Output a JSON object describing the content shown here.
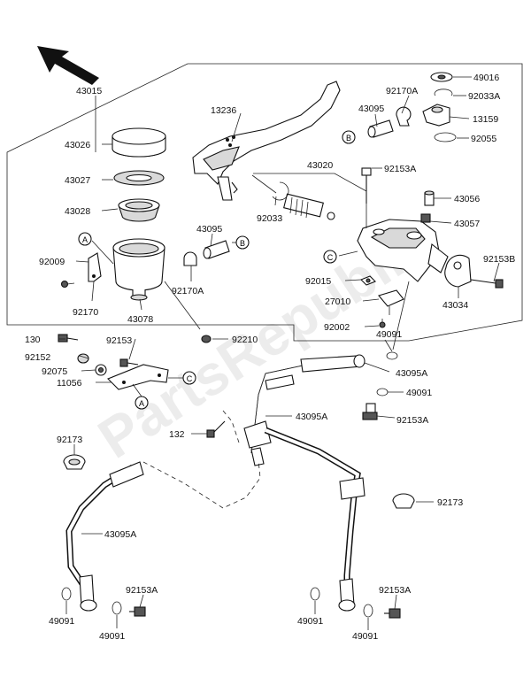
{
  "watermark": "PartsRepublik",
  "callouts": {
    "A": "A",
    "B": "B",
    "C": "C"
  },
  "labels": {
    "p43015": "43015",
    "p13236": "13236",
    "p49016": "49016",
    "p92170A_top": "92170A",
    "p92033A": "92033A",
    "p43095_top": "43095",
    "p13159": "13159",
    "p92055": "92055",
    "p43026": "43026",
    "p43027": "43027",
    "p43028": "43028",
    "p43020": "43020",
    "p92153A_top": "92153A",
    "p43056": "43056",
    "p92033": "92033",
    "p43057": "43057",
    "p43095_mid": "43095",
    "p92009": "92009",
    "p92153B": "92153B",
    "p92170A_mid": "92170A",
    "p92015": "92015",
    "p92170": "92170",
    "p27010": "27010",
    "p43034": "43034",
    "p43078": "43078",
    "p92002": "92002",
    "p130": "130",
    "p92153": "92153",
    "p92210": "92210",
    "p49091_a": "49091",
    "p92152": "92152",
    "p92075": "92075",
    "p43095A_a": "43095A",
    "p11056": "11056",
    "p49091_b": "49091",
    "p43095A_b": "43095A",
    "p92153A_mid": "92153A",
    "p92173_left": "92173",
    "p132": "132",
    "p92173_right": "92173",
    "p43095A_c": "43095A",
    "p92153A_bl": "92153A",
    "p92153A_br": "92153A",
    "p49091_c": "49091",
    "p49091_d": "49091",
    "p49091_e": "49091",
    "p49091_f": "49091"
  }
}
